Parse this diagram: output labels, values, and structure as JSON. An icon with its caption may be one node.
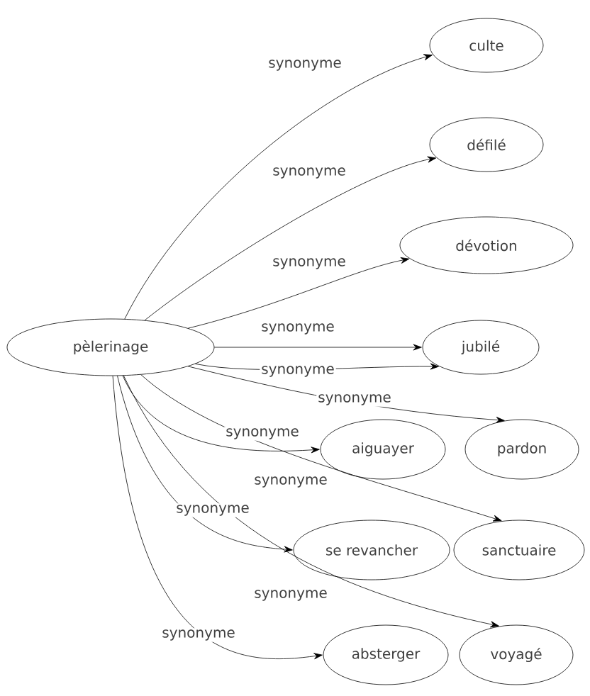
{
  "diagram": {
    "nodes": [
      {
        "text": [
          "pèlerinage"
        ]
      },
      {
        "text": [
          "culte"
        ]
      },
      {
        "text": [
          "défilé"
        ]
      },
      {
        "text": [
          "dévotion"
        ]
      },
      {
        "text": [
          "jubilé"
        ]
      },
      {
        "text": [
          "aiguayer"
        ]
      },
      {
        "text": [
          "pardon"
        ]
      },
      {
        "text": [
          "se revancher"
        ]
      },
      {
        "text": [
          "sanctuaire"
        ]
      },
      {
        "text": [
          "absterger"
        ]
      },
      {
        "text": [
          "voyagé"
        ]
      }
    ],
    "edges": [
      {
        "from": 0,
        "to": 1,
        "arrow": "to",
        "label": "synonyme"
      },
      {
        "from": 0,
        "to": 2,
        "arrow": "to",
        "label": "synonyme"
      },
      {
        "from": 0,
        "to": 3,
        "arrow": "to",
        "label": "synonyme"
      },
      {
        "from": 0,
        "to": 4,
        "arrow": "to",
        "label": "synonyme"
      },
      {
        "from": 0,
        "to": 4,
        "arrow": "to",
        "label": "synonyme"
      },
      {
        "from": 0,
        "to": 5,
        "arrow": "to",
        "label": "synonyme"
      },
      {
        "from": 0,
        "to": 6,
        "arrow": "to",
        "label": "synonyme"
      },
      {
        "from": 0,
        "to": 7,
        "arrow": "to",
        "label": "synonyme"
      },
      {
        "from": 0,
        "to": 8,
        "arrow": "to",
        "label": "synonyme"
      },
      {
        "from": 0,
        "to": 9,
        "arrow": "to",
        "label": "synonyme"
      },
      {
        "from": 0,
        "to": 10,
        "arrow": "to",
        "label": "synonyme"
      }
    ]
  }
}
